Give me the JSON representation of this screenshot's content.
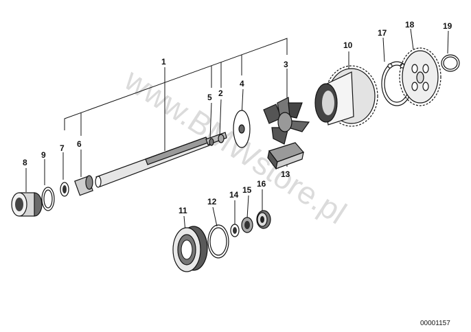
{
  "watermark": "www.BMWstore.pl",
  "reference": "00001157",
  "callouts": [
    "1",
    "2",
    "3",
    "4",
    "5",
    "6",
    "7",
    "8",
    "9",
    "10",
    "11",
    "12",
    "13",
    "14",
    "15",
    "16",
    "17",
    "18",
    "19"
  ],
  "colors": {
    "line": "#111111",
    "watermark": "#cfcfcf",
    "background": "#ffffff"
  }
}
